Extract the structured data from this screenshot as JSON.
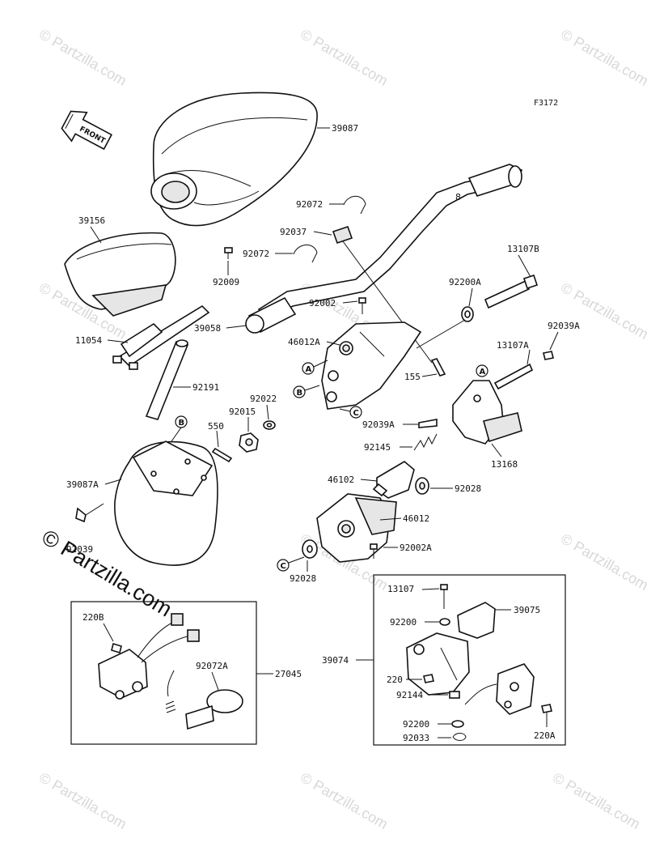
{
  "figure_id": "F3172",
  "front_tag": "FRONT",
  "watermark": {
    "text": "© Partzilla.com",
    "big_text": "© Partzilla.com"
  },
  "labels": {
    "p39087": "39087",
    "p39156": "39156",
    "p92009": "92009",
    "p92072_a": "92072",
    "p92037": "92037",
    "p92072_b": "92072",
    "p13107B": "13107B",
    "p92200A": "92200A",
    "p92002": "92002",
    "p39058": "39058",
    "p11054": "11054",
    "p46012A": "46012A",
    "p92039A_top": "92039A",
    "p13107A": "13107A",
    "p155": "155",
    "p92191": "92191",
    "p92022": "92022",
    "p92015": "92015",
    "p550": "550",
    "p92039A_mid": "92039A",
    "p13168": "13168",
    "p92145": "92145",
    "p39087A": "39087A",
    "p46102": "46102",
    "p92028_right": "92028",
    "p46012": "46012",
    "p92039": "92039",
    "p92002A": "92002A",
    "p92028_bottom": "92028",
    "p13107": "13107",
    "p39075": "39075",
    "p92200": "92200",
    "p220B": "220B",
    "p92072A": "92072A",
    "p27045": "27045",
    "p39074": "39074",
    "p220": "220",
    "p92144": "92144",
    "p92200_b": "92200",
    "p92033": "92033",
    "p220A": "220A"
  },
  "callouts": {
    "A1": "A",
    "B1": "B",
    "C1": "C",
    "A2": "A",
    "B2": "B",
    "C2": "C"
  }
}
